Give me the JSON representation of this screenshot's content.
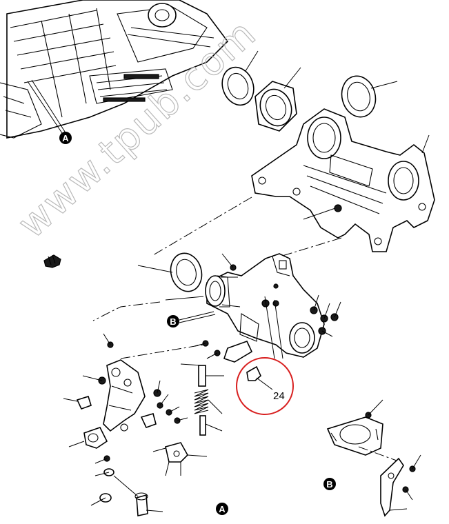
{
  "watermark": "www.tpub.com",
  "callouts": {
    "item_number": "24",
    "view_a_marker": "A",
    "view_b_marker": "B",
    "view_a_ref_top": "A",
    "view_b_ref": "B"
  },
  "colors": {
    "highlight_circle": "#d81f1f",
    "ink": "#000000",
    "watermark": "#b9b9b9"
  },
  "icons": {
    "pointer": "pointing-hand-icon"
  }
}
